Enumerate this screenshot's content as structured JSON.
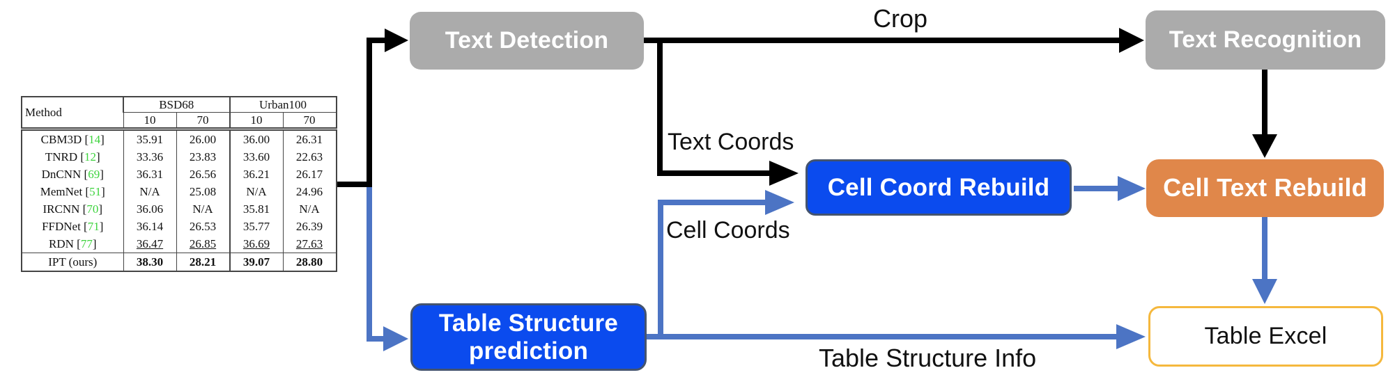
{
  "diagram": {
    "nodes": {
      "text_detection": {
        "label": "Text Detection",
        "bg": "#ababab",
        "text_color": "#ffffff"
      },
      "text_recognition": {
        "label": "Text Recognition",
        "bg": "#ababab",
        "text_color": "#ffffff"
      },
      "cell_coord_rebuild": {
        "label": "Cell Coord Rebuild",
        "bg": "#0b4bee",
        "text_color": "#ffffff"
      },
      "cell_text_rebuild": {
        "label": "Cell Text Rebuild",
        "bg": "#e0874a",
        "text_color": "#ffffff"
      },
      "table_structure_prediction": {
        "label": "Table Structure prediction",
        "bg": "#0b4bee",
        "text_color": "#ffffff"
      },
      "table_excel": {
        "label": "Table Excel",
        "bg": "#ffffff",
        "border_color": "#f5b83d",
        "text_color": "#111111"
      }
    },
    "edge_labels": {
      "crop": "Crop",
      "text_coords": "Text Coords",
      "cell_coords": "Cell Coords",
      "table_structure_info": "Table Structure Info"
    },
    "colors": {
      "black_arrow": "#000000",
      "blue_arrow": "#4c74c4",
      "blue_node_border": "#44546f"
    }
  },
  "table": {
    "header": {
      "method": "Method",
      "groups": [
        {
          "label": "BSD68",
          "subs": [
            "10",
            "70"
          ]
        },
        {
          "label": "Urban100",
          "subs": [
            "10",
            "70"
          ]
        }
      ]
    },
    "rows": [
      {
        "name": "CBM3D",
        "cite": "14",
        "values": [
          "35.91",
          "26.00",
          "36.00",
          "26.31"
        ],
        "style": "normal"
      },
      {
        "name": "TNRD",
        "cite": "12",
        "values": [
          "33.36",
          "23.83",
          "33.60",
          "22.63"
        ],
        "style": "normal"
      },
      {
        "name": "DnCNN",
        "cite": "69",
        "values": [
          "36.31",
          "26.56",
          "36.21",
          "26.17"
        ],
        "style": "normal"
      },
      {
        "name": "MemNet",
        "cite": "51",
        "values": [
          "N/A",
          "25.08",
          "N/A",
          "24.96"
        ],
        "style": "normal"
      },
      {
        "name": "IRCNN",
        "cite": "70",
        "values": [
          "36.06",
          "N/A",
          "35.81",
          "N/A"
        ],
        "style": "normal"
      },
      {
        "name": "FFDNet",
        "cite": "71",
        "values": [
          "36.14",
          "26.53",
          "35.77",
          "26.39"
        ],
        "style": "normal"
      },
      {
        "name": "RDN",
        "cite": "77",
        "values": [
          "36.47",
          "26.85",
          "36.69",
          "27.63"
        ],
        "style": "underline"
      },
      {
        "name": "IPT (ours)",
        "cite": null,
        "values": [
          "38.30",
          "28.21",
          "39.07",
          "28.80"
        ],
        "style": "bold"
      }
    ],
    "cite_color": "#3dd33d"
  }
}
